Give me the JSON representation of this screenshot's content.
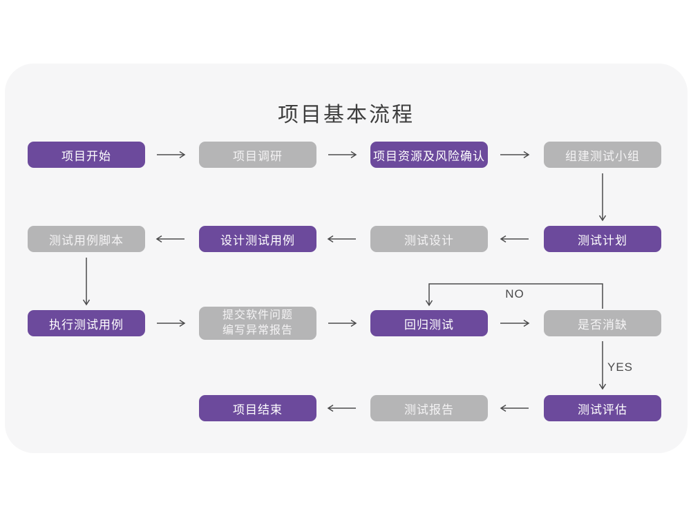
{
  "title": "项目基本流程",
  "colors": {
    "page_bg": "#ffffff",
    "card_bg": "#f6f6f7",
    "purple": "#6c4a9c",
    "gray": "#b5b5b6",
    "node_text": "#ffffff",
    "title_text": "#3d3d3d",
    "arrow": "#4a4a4b"
  },
  "edge_labels": {
    "no": "NO",
    "yes": "YES"
  },
  "nodes": [
    {
      "id": "project-start",
      "label": "项目开始",
      "variant": "purple"
    },
    {
      "id": "project-research",
      "label": "项目调研",
      "variant": "gray"
    },
    {
      "id": "resource-risk",
      "label": "项目资源及风险确认",
      "variant": "purple"
    },
    {
      "id": "build-test-team",
      "label": "组建测试小组",
      "variant": "gray"
    },
    {
      "id": "test-plan",
      "label": "测试计划",
      "variant": "purple"
    },
    {
      "id": "test-design",
      "label": "测试设计",
      "variant": "gray"
    },
    {
      "id": "design-test-cases",
      "label": "设计测试用例",
      "variant": "purple"
    },
    {
      "id": "test-case-script",
      "label": "测试用例脚本",
      "variant": "gray"
    },
    {
      "id": "execute-test-cases",
      "label": "执行测试用例",
      "variant": "purple"
    },
    {
      "id": "submit-issue-report",
      "label": "提交软件问题",
      "label2": "编写异常报告",
      "variant": "gray"
    },
    {
      "id": "regression-test",
      "label": "回归测试",
      "variant": "purple"
    },
    {
      "id": "defect-cleared",
      "label": "是否消缺",
      "variant": "gray"
    },
    {
      "id": "test-evaluation",
      "label": "测试评估",
      "variant": "purple"
    },
    {
      "id": "test-report",
      "label": "测试报告",
      "variant": "gray"
    },
    {
      "id": "project-end",
      "label": "项目结束",
      "variant": "purple"
    }
  ]
}
